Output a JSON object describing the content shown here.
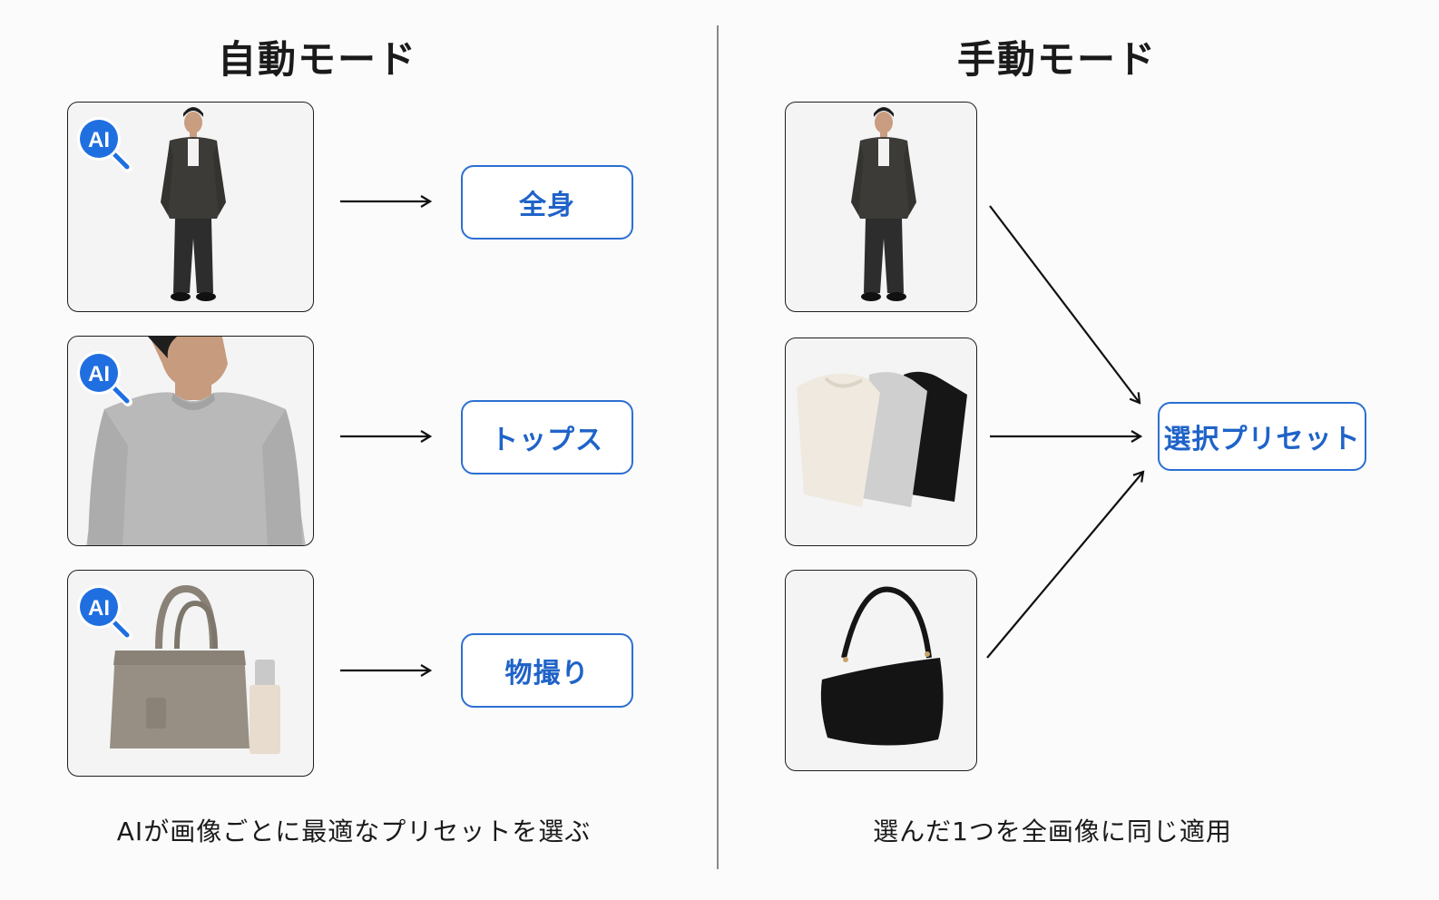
{
  "auto": {
    "title": "自動モード",
    "badge_label": "AI",
    "rows": [
      {
        "image": "full-body-model-photo",
        "preset": "全身"
      },
      {
        "image": "sweater-model-photo",
        "preset": "トップス"
      },
      {
        "image": "handbag-product-photo",
        "preset": "物撮り"
      }
    ],
    "caption": "AIが画像ごとに最適なプリセットを選ぶ"
  },
  "manual": {
    "title": "手動モード",
    "images": [
      "full-body-model-photo",
      "folded-sweaters-photo",
      "black-shoulder-bag-photo"
    ],
    "preset": "選択プリセット",
    "caption": "選んだ1つを全画像に同じ適用"
  },
  "colors": {
    "accent": "#2d6fd3",
    "badge": "#1f6fe0",
    "line": "#111111"
  },
  "icons": [
    "ai-search-icon",
    "arrow-right-icon"
  ]
}
